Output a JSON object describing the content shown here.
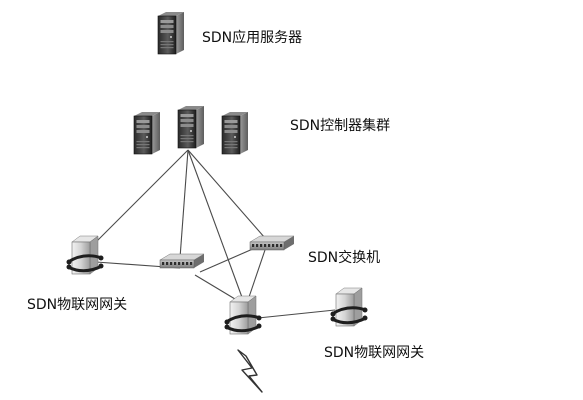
{
  "labels": {
    "app_server": "SDN应用服务器",
    "controller_cluster": "SDN控制器集群",
    "switch": "SDN交换机",
    "iot_gateway_left": "SDN物联网网关",
    "iot_gateway_right": "SDN物联网网关"
  },
  "icons": {
    "app_server": "server-tower-icon",
    "controllers": "server-tower-icon",
    "switch": "network-switch-icon",
    "gateway": "router-gateway-icon",
    "wireless_link": "lightning-bolt-icon"
  },
  "colors": {
    "line": "#4a4a4a",
    "device_dark": "#3a3a3a",
    "device_light": "#dcdcdc",
    "label_text": "#111111",
    "bolt": "#333333"
  }
}
